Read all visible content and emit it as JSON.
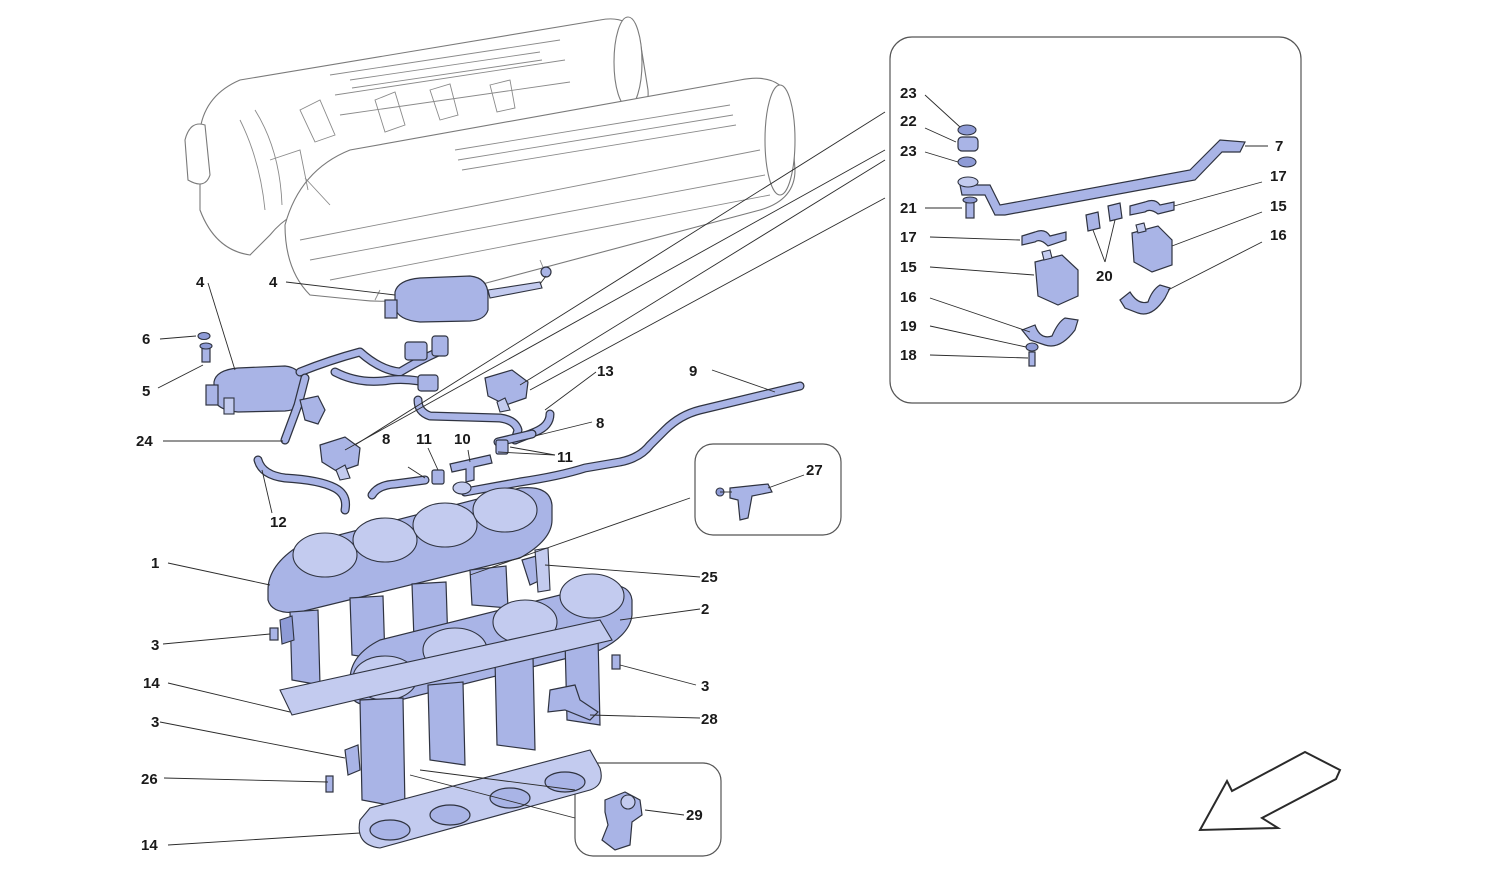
{
  "callouts": {
    "c1": "1",
    "c2": "2",
    "c3a": "3",
    "c3b": "3",
    "c3c": "3",
    "c4a": "4",
    "c4b": "4",
    "c5": "5",
    "c6": "6",
    "c7": "7",
    "c8a": "8",
    "c8b": "8",
    "c9": "9",
    "c10": "10",
    "c11a": "11",
    "c11b": "11",
    "c12": "12",
    "c13": "13",
    "c14a": "14",
    "c14b": "14",
    "c15a": "15",
    "c15b": "15",
    "c16a": "16",
    "c16b": "16",
    "c17a": "17",
    "c17b": "17",
    "c18": "18",
    "c19": "19",
    "c20": "20",
    "c21": "21",
    "c22": "22",
    "c23a": "23",
    "c23b": "23",
    "c24": "24",
    "c25": "25",
    "c26": "26",
    "c27": "27",
    "c28": "28",
    "c29": "29"
  },
  "colors": {
    "part_fill": "#a9b4e6",
    "outline": "#2f3340",
    "engine_outline": "#7a7a7a"
  },
  "icons": {
    "direction": "arrow-down-left-icon"
  }
}
